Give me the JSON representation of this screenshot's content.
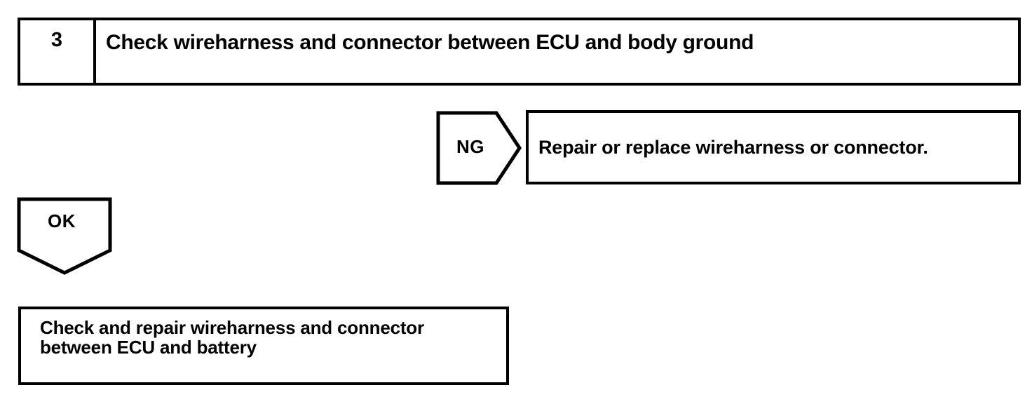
{
  "diagram": {
    "type": "troubleshooting-flowchart",
    "colors": {
      "background": "#ffffff",
      "stroke": "#000000",
      "text": "#000000"
    },
    "step": {
      "number": "3",
      "title": "Check wireharness and connector between ECU and body ground"
    },
    "branches": {
      "ng": {
        "label": "NG",
        "result": "Repair or replace wireharness or connector."
      },
      "ok": {
        "label": "OK",
        "result_line1": "Check and repair wireharness and connector",
        "result_line2": "between ECU and battery"
      }
    }
  }
}
